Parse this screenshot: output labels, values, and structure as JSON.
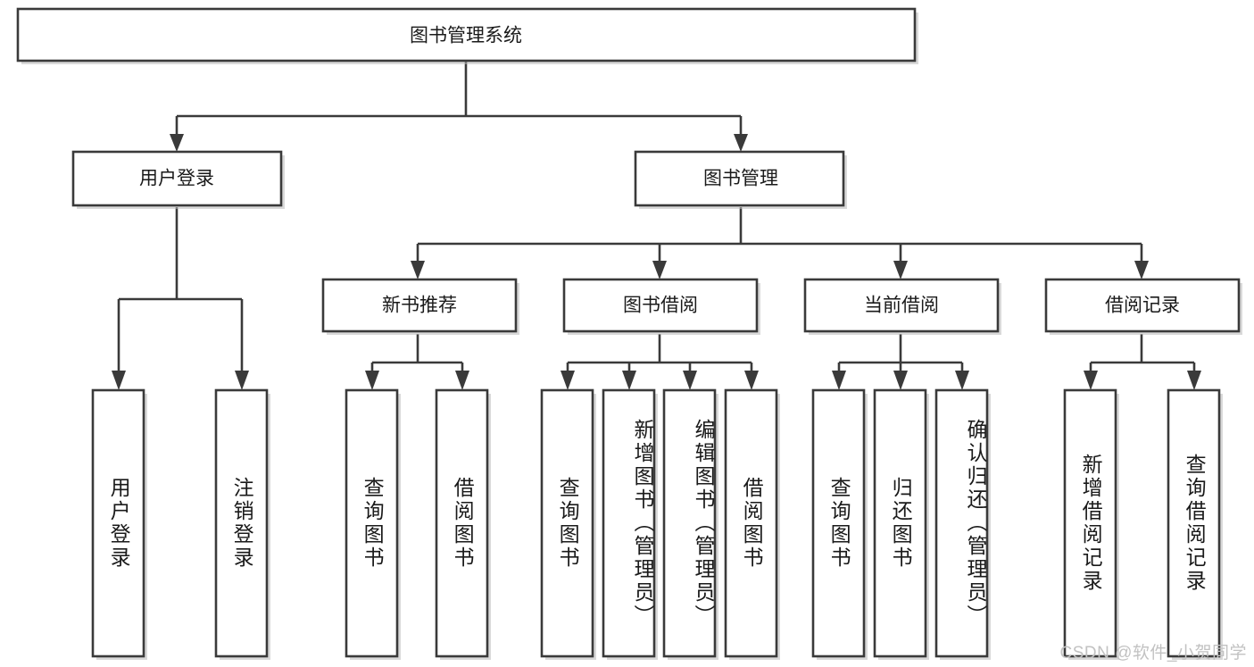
{
  "diagram": {
    "title": "图书管理系统",
    "type": "tree-hierarchy-chart",
    "root": {
      "label": "图书管理系统"
    },
    "level2": [
      {
        "label": "用户登录"
      },
      {
        "label": "图书管理"
      }
    ],
    "level3": [
      {
        "label": "新书推荐"
      },
      {
        "label": "图书借阅"
      },
      {
        "label": "当前借阅"
      },
      {
        "label": "借阅记录"
      }
    ],
    "leaves": {
      "user_login": [
        {
          "label": "用户登录"
        },
        {
          "label": "注销登录"
        }
      ],
      "new_book_recommend": [
        {
          "label": "查询图书"
        },
        {
          "label": "借阅图书"
        }
      ],
      "book_borrow": [
        {
          "label": "查询图书"
        },
        {
          "label": "新增图书（管理员）"
        },
        {
          "label": "编辑图书（管理员）"
        },
        {
          "label": "借阅图书"
        }
      ],
      "current_borrow": [
        {
          "label": "查询图书"
        },
        {
          "label": "归还图书"
        },
        {
          "label": "确认归还（管理员）"
        }
      ],
      "borrow_record": [
        {
          "label": "新增借阅记录"
        },
        {
          "label": "查询借阅记录"
        }
      ]
    }
  },
  "watermark": {
    "text": "CSDN @软件_小贺同学"
  },
  "colors": {
    "stroke": "#3a3a3a",
    "box_fill": "#ffffff",
    "text": "#1a1a1a",
    "background": "#ffffff",
    "watermark": "#c2c2c2"
  }
}
